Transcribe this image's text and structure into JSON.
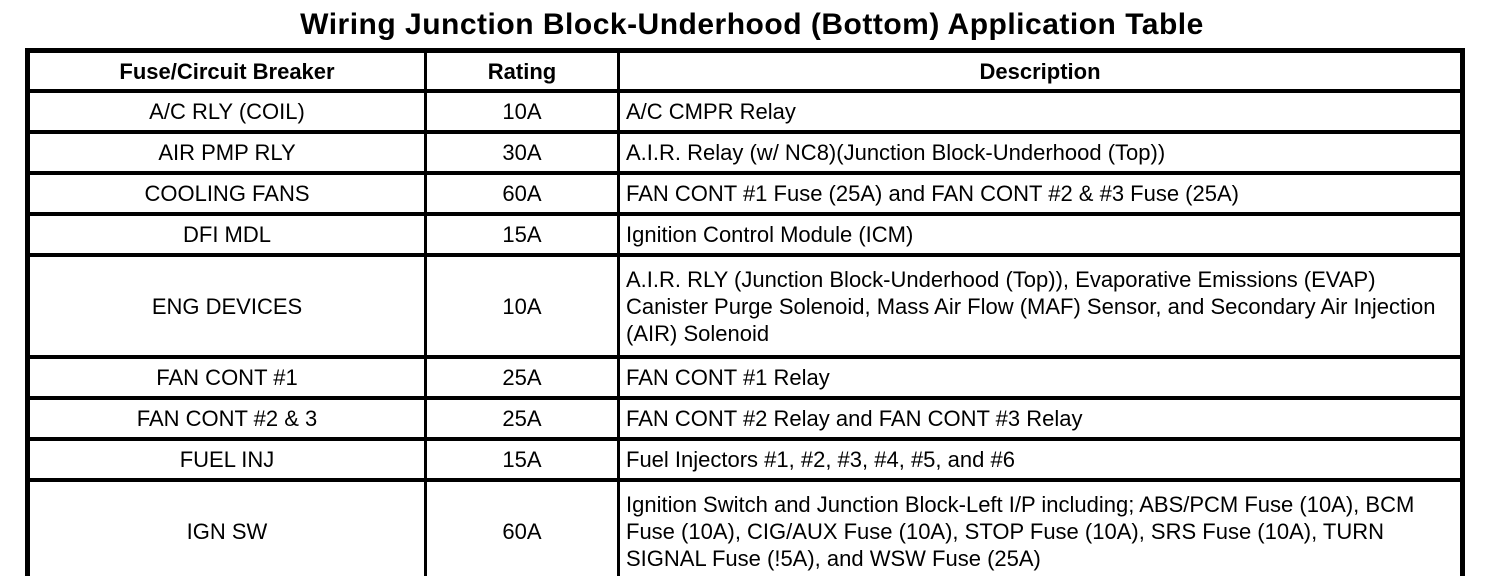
{
  "title": "Wiring Junction Block-Underhood (Bottom) Application Table",
  "colors": {
    "background": "#ffffff",
    "text": "#000000",
    "border": "#000000"
  },
  "chart_data": {
    "type": "table",
    "title": "Wiring Junction Block-Underhood (Bottom) Application Table",
    "headers": [
      "Fuse/Circuit Breaker",
      "Rating",
      "Description"
    ],
    "rows": [
      [
        "A/C RLY (COIL)",
        "10A",
        "A/C CMPR Relay"
      ],
      [
        "AIR PMP RLY",
        "30A",
        "A.I.R. Relay (w/ NC8)(Junction Block-Underhood (Top))"
      ],
      [
        "COOLING FANS",
        "60A",
        "FAN CONT #1 Fuse (25A) and FAN CONT #2 & #3 Fuse (25A)"
      ],
      [
        "DFI MDL",
        "15A",
        "Ignition Control Module (ICM)"
      ],
      [
        "ENG DEVICES",
        "10A",
        "A.I.R. RLY (Junction Block-Underhood (Top)), Evaporative Emissions (EVAP) Canister Purge Solenoid, Mass Air Flow (MAF) Sensor, and Secondary Air Injection (AIR) Solenoid"
      ],
      [
        "FAN CONT #1",
        "25A",
        "FAN CONT #1 Relay"
      ],
      [
        "FAN CONT #2 & 3",
        "25A",
        "FAN CONT #2 Relay and FAN CONT #3 Relay"
      ],
      [
        "FUEL INJ",
        "15A",
        "Fuel Injectors #1, #2, #3, #4, #5, and #6"
      ],
      [
        "IGN SW",
        "60A",
        "Ignition Switch and Junction Block-Left I/P including; ABS/PCM Fuse (10A), BCM Fuse (10A), CIG/AUX Fuse (10A), STOP Fuse (10A), SRS Fuse (10A), TURN SIGNAL Fuse (!5A), and WSW Fuse (25A)"
      ]
    ]
  },
  "table": {
    "headers": {
      "fuse": "Fuse/Circuit Breaker",
      "rating": "Rating",
      "description": "Description"
    },
    "rows": [
      {
        "fuse": "A/C RLY (COIL)",
        "rating": "10A",
        "description": "A/C CMPR Relay"
      },
      {
        "fuse": "AIR PMP RLY",
        "rating": "30A",
        "description": "A.I.R. Relay (w/ NC8)(Junction Block-Underhood (Top))"
      },
      {
        "fuse": "COOLING FANS",
        "rating": "60A",
        "description": "FAN CONT #1 Fuse (25A) and FAN CONT #2 & #3 Fuse (25A)"
      },
      {
        "fuse": "DFI MDL",
        "rating": "15A",
        "description": "Ignition Control Module (ICM)"
      },
      {
        "fuse": "ENG DEVICES",
        "rating": "10A",
        "description": "A.I.R. RLY (Junction Block-Underhood (Top)), Evaporative Emissions (EVAP) Canister Purge Solenoid, Mass Air Flow (MAF) Sensor, and Secondary Air Injection (AIR) Solenoid"
      },
      {
        "fuse": "FAN CONT #1",
        "rating": "25A",
        "description": "FAN CONT #1 Relay"
      },
      {
        "fuse": "FAN CONT #2 & 3",
        "rating": "25A",
        "description": "FAN CONT #2 Relay and FAN CONT #3 Relay"
      },
      {
        "fuse": "FUEL INJ",
        "rating": "15A",
        "description": "Fuel Injectors #1, #2, #3, #4, #5, and #6"
      },
      {
        "fuse": "IGN SW",
        "rating": "60A",
        "description": "Ignition Switch and Junction Block-Left I/P including; ABS/PCM Fuse (10A), BCM Fuse (10A), CIG/AUX Fuse (10A), STOP Fuse (10A), SRS Fuse (10A), TURN SIGNAL Fuse (!5A), and WSW Fuse (25A)"
      }
    ]
  }
}
